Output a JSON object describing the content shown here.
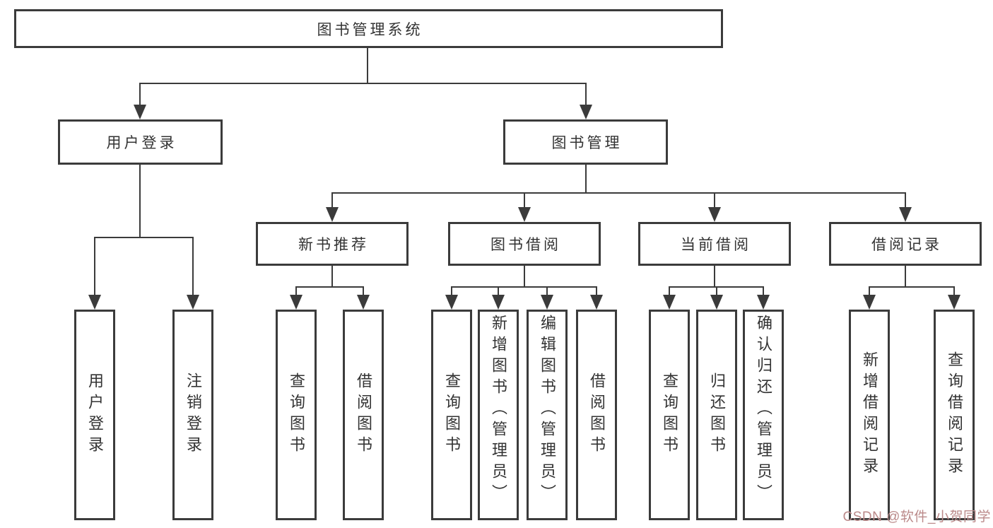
{
  "diagram": {
    "root": {
      "label": "图书管理系统"
    },
    "level2": [
      {
        "label": "用户登录"
      },
      {
        "label": "图书管理"
      }
    ],
    "level3": [
      {
        "label": "新书推荐"
      },
      {
        "label": "图书借阅"
      },
      {
        "label": "当前借阅"
      },
      {
        "label": "借阅记录"
      }
    ],
    "leaves": [
      {
        "label": "用户登录"
      },
      {
        "label": "注销登录"
      },
      {
        "label": "查询图书"
      },
      {
        "label": "借阅图书"
      },
      {
        "label": "查询图书"
      },
      {
        "label": "新增图书（管理员）"
      },
      {
        "label": "编辑图书（管理员）"
      },
      {
        "label": "借阅图书"
      },
      {
        "label": "查询图书"
      },
      {
        "label": "归还图书"
      },
      {
        "label": "确认归还（管理员）"
      },
      {
        "label": "新增借阅记录"
      },
      {
        "label": "查询借阅记录"
      }
    ],
    "colors": {
      "line": "#3b3b3b",
      "text": "#333333",
      "background": "#ffffff",
      "watermark": "#bb8a8a"
    }
  },
  "watermark": {
    "text": "CSDN @软件_小贺同学"
  }
}
